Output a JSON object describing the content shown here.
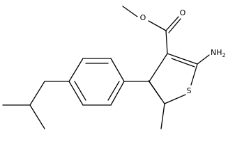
{
  "molecule": {
    "atoms": {
      "oxygen_carbonyl": "O",
      "oxygen_ester": "O",
      "amine": "NH2",
      "sulfur": "S"
    }
  },
  "colors": {
    "bond": "#000000",
    "background": "#ffffff"
  }
}
